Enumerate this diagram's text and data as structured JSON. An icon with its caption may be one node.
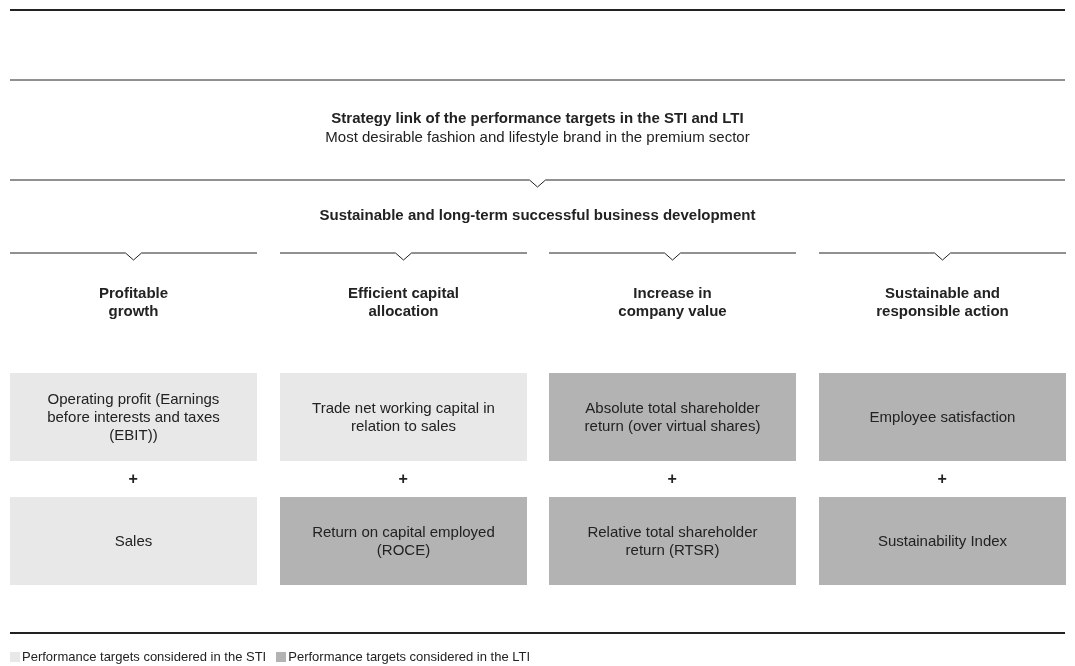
{
  "diagram": {
    "nodes": [
      {
        "text": [
          "Strategy link of the performance targets in the STI and LTI",
          "Most desirable fashion and lifestyle brand in the premium sector"
        ]
      },
      {
        "text": [
          "Sustainable and long-term successful business development"
        ]
      },
      {
        "text": [
          "Profitable growth"
        ]
      },
      {
        "text": [
          "Efficient capital allocation"
        ]
      },
      {
        "text": [
          "Increase in company value"
        ]
      },
      {
        "text": [
          "Sustainable and responsible action"
        ]
      },
      {
        "text": [
          "Operating profit (Earnings before interests and taxes (EBIT))"
        ]
      },
      {
        "text": [
          "Trade net working capital in relation to sales"
        ]
      },
      {
        "text": [
          "Absolute total shareholder return (over virtual shares)"
        ]
      },
      {
        "text": [
          "Employee satisfaction"
        ]
      },
      {
        "text": [
          "Sales"
        ]
      },
      {
        "text": [
          "Return on capital employed (ROCE)"
        ]
      },
      {
        "text": [
          "Relative total shareholder return (RTSR)"
        ]
      },
      {
        "text": [
          "Sustainability Index"
        ]
      }
    ],
    "labels": [
      "+",
      "+",
      "+",
      "+"
    ],
    "legend": [
      {
        "text": "Performance targets considered in the STI",
        "color": "#e8e8e8"
      },
      {
        "text": "Performance targets considered in the LTI",
        "color": "#b3b3b3"
      }
    ]
  }
}
